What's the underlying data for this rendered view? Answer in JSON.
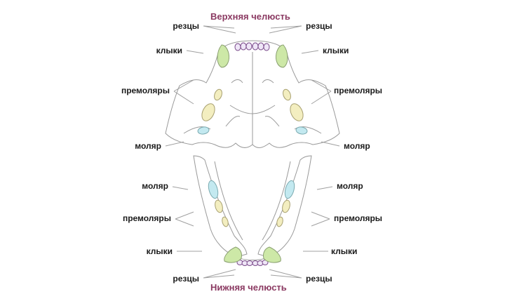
{
  "titles": {
    "upper_jaw": "Верхняя челюсть",
    "lower_jaw": "Нижняя челюсть"
  },
  "labels": {
    "incisors": "резцы",
    "canines": "клыки",
    "premolars": "премоляры",
    "molar": "моляр"
  },
  "colors": {
    "title": "#8b3a62",
    "outline": "#9a9a9a",
    "incisor_fill": "#efe6f7",
    "incisor_stroke": "#7a4a8a",
    "canine_fill": "#cde8a7",
    "premolar_fill": "#f3eec0",
    "molar_fill": "#c3e9f0"
  }
}
